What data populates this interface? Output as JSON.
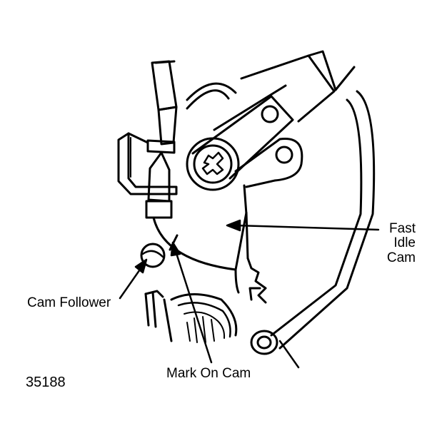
{
  "labels": {
    "fast_idle_cam_line1": "Fast",
    "fast_idle_cam_line2": "Idle",
    "fast_idle_cam_line3": "Cam",
    "cam_follower": "Cam Follower",
    "mark_on_cam": "Mark On Cam",
    "figure_number": "35188"
  },
  "colors": {
    "ink": "#000000",
    "background": "#ffffff"
  }
}
